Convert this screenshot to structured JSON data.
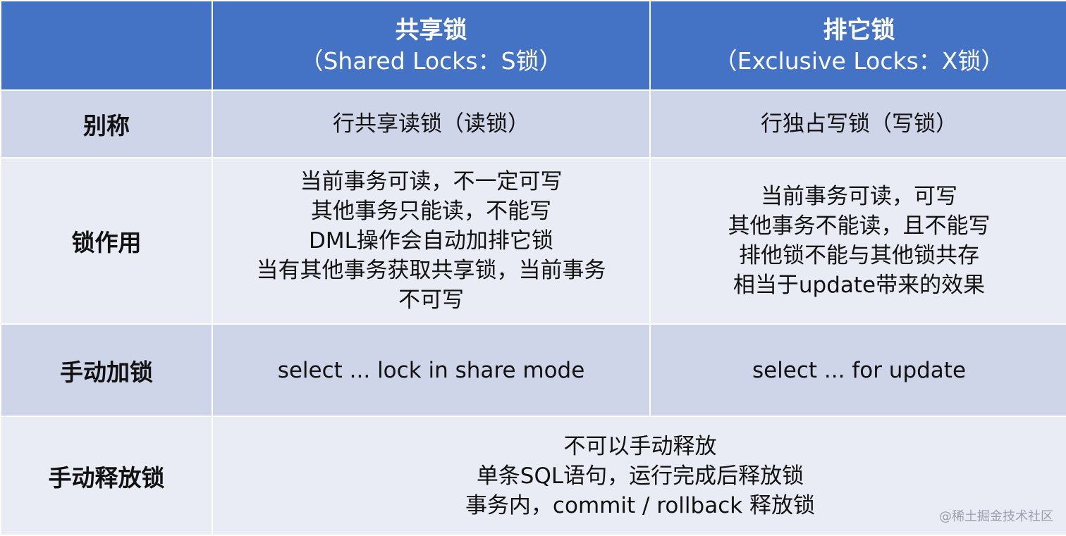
{
  "header": {
    "empty": "",
    "shared": {
      "title": "共享锁",
      "subtitle": "（Shared Locks：S锁）"
    },
    "exclusive": {
      "title": "排它锁",
      "subtitle": "（Exclusive Locks：X锁）"
    }
  },
  "rows": [
    {
      "label": "别称",
      "shared": [
        "行共享读锁（读锁）"
      ],
      "exclusive": [
        "行独占写锁（写锁）"
      ]
    },
    {
      "label": "锁作用",
      "shared": [
        "当前事务可读，不一定可写",
        "其他事务只能读，不能写",
        "DML操作会自动加排它锁",
        "当有其他事务获取共享锁，当前事务",
        "不可写"
      ],
      "exclusive": [
        "当前事务可读，可写",
        "其他事务不能读，且不能写",
        "排他锁不能与其他锁共存",
        "相当于update带来的效果"
      ]
    },
    {
      "label": "手动加锁",
      "shared": [
        "select ... lock in share mode"
      ],
      "exclusive": [
        "select ... for update"
      ]
    },
    {
      "label": "手动释放锁",
      "merged": [
        "不可以手动释放",
        "单条SQL语句，运行完成后释放锁",
        "事务内，commit / rollback 释放锁"
      ]
    }
  ],
  "watermark": "@稀土掘金技术社区",
  "colors": {
    "header": "#4472c4",
    "row_dark": "#cfd5e8",
    "row_light": "#e9ebf5"
  }
}
